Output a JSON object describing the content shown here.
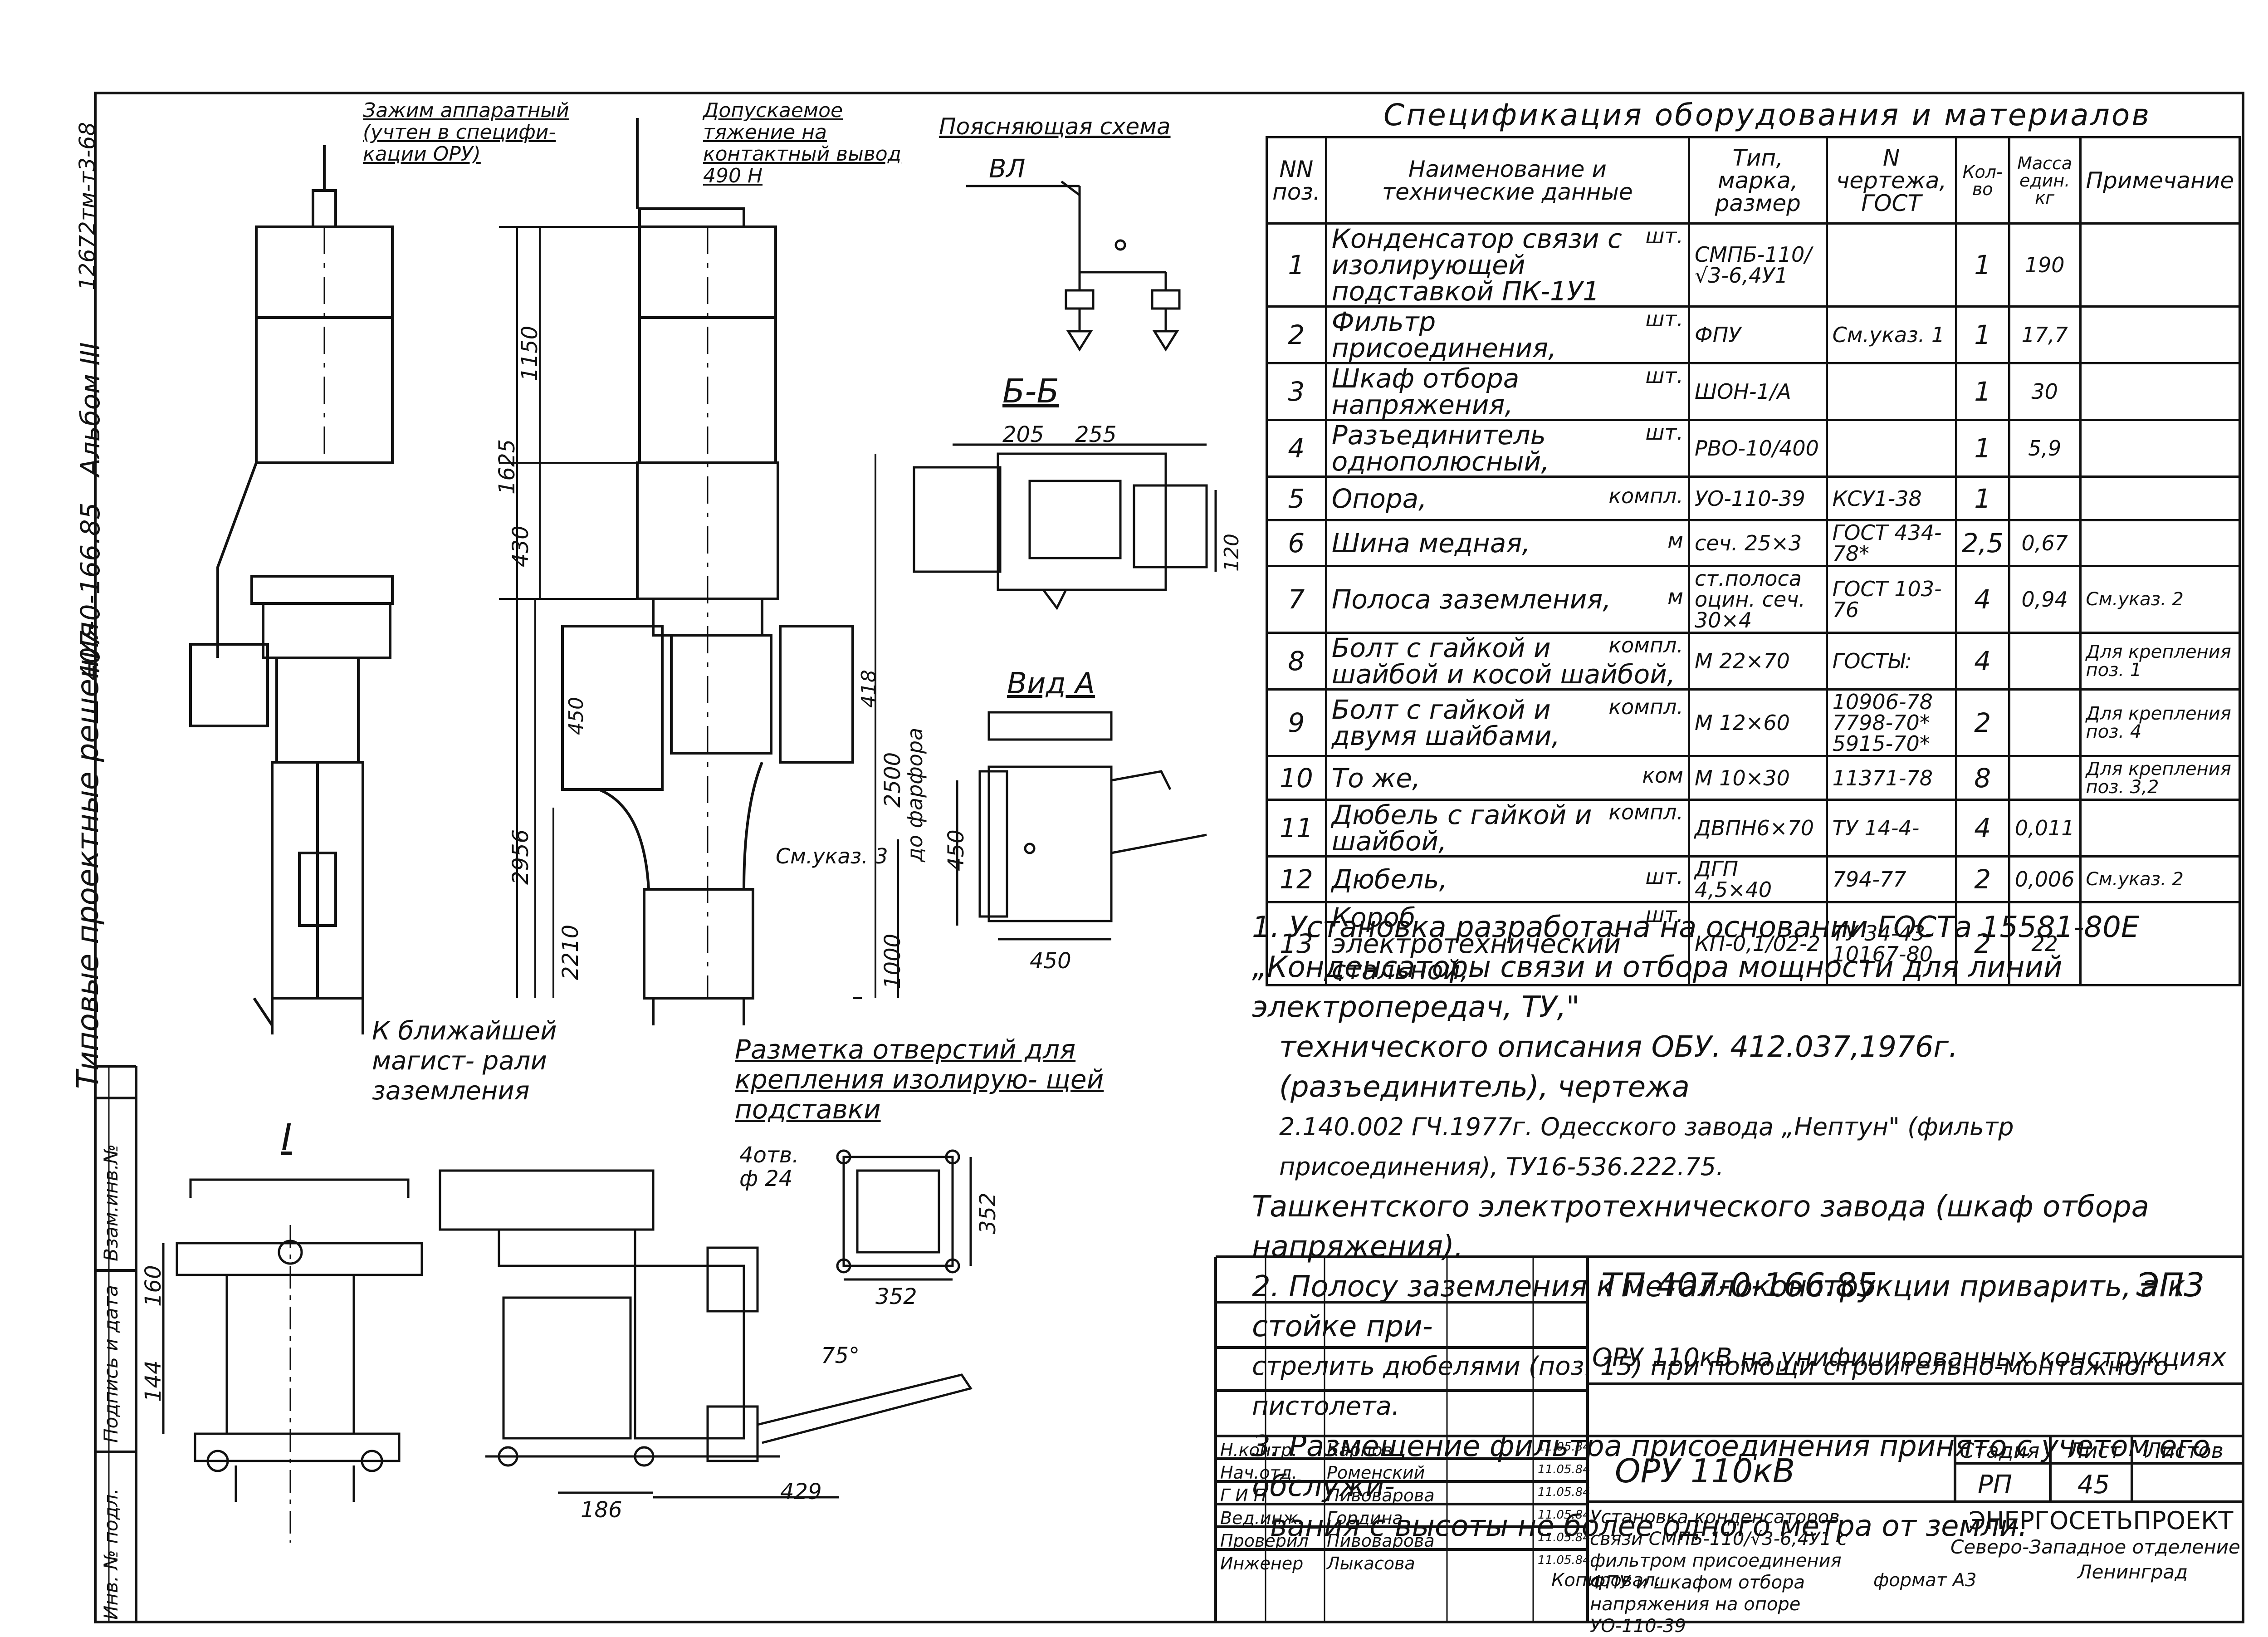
{
  "spec_title": "Спецификация оборудования и материалов",
  "spec_headers": {
    "num": "NN поз.",
    "name": "Наименование и технические данные",
    "type": "Тип, марка, размер",
    "gost": "N чертежа, ГОСТ",
    "qty": "Кол-во",
    "mass": "Масса един. кг",
    "note": "Примечание"
  },
  "spec_rows": [
    {
      "num": "1",
      "name": "Конденсатор связи с изолирующей подставкой ПК-1У1",
      "unit": "шт.",
      "type": "СМПБ-110/√3-6,4У1",
      "gost": "",
      "qty": "1",
      "mass": "190",
      "note": ""
    },
    {
      "num": "2",
      "name": "Фильтр присоединения,",
      "unit": "шт.",
      "type": "ФПУ",
      "gost": "См.указ. 1",
      "qty": "1",
      "mass": "17,7",
      "note": ""
    },
    {
      "num": "3",
      "name": "Шкаф отбора напряжения,",
      "unit": "шт.",
      "type": "ШОН-1/А",
      "gost": "",
      "qty": "1",
      "mass": "30",
      "note": ""
    },
    {
      "num": "4",
      "name": "Разъединитель однополюсный,",
      "unit": "шт.",
      "type": "РВО-10/400",
      "gost": "",
      "qty": "1",
      "mass": "5,9",
      "note": ""
    },
    {
      "num": "5",
      "name": "Опора,",
      "unit": "компл.",
      "type": "УО-110-39",
      "gost": "КСУ1-38",
      "qty": "1",
      "mass": "",
      "note": ""
    },
    {
      "num": "6",
      "name": "Шина медная,",
      "unit": "м",
      "type": "сеч. 25×3",
      "gost": "ГОСТ 434-78*",
      "qty": "2,5",
      "mass": "0,67",
      "note": ""
    },
    {
      "num": "7",
      "name": "Полоса заземления,",
      "unit": "м",
      "type": "ст.полоса оцин. сеч. 30×4",
      "gost": "ГОСТ 103-76",
      "qty": "4",
      "mass": "0,94",
      "note": "См.указ. 2"
    },
    {
      "num": "8",
      "name": "Болт с гайкой и шайбой и косой шайбой,",
      "unit": "компл.",
      "type": "М 22×70",
      "gost": "ГОСТЫ:",
      "qty": "4",
      "mass": "",
      "note": "Для крепления поз. 1"
    },
    {
      "num": "9",
      "name": "Болт с гайкой и двумя шайбами,",
      "unit": "компл.",
      "type": "М 12×60",
      "gost": "10906-78 7798-70* 5915-70*",
      "qty": "2",
      "mass": "",
      "note": "Для крепления поз. 4"
    },
    {
      "num": "10",
      "name": "То же,",
      "unit": "ком",
      "type": "М 10×30",
      "gost": "11371-78",
      "qty": "8",
      "mass": "",
      "note": "Для крепления поз. 3,2"
    },
    {
      "num": "11",
      "name": "Дюбель с гайкой и шайбой,",
      "unit": "компл.",
      "type": "ДВПН6×70",
      "gost": "ТУ 14-4-",
      "qty": "4",
      "mass": "0,011",
      "note": ""
    },
    {
      "num": "12",
      "name": "Дюбель,",
      "unit": "шт.",
      "type": "ДГП 4,5×40",
      "gost": "794-77",
      "qty": "2",
      "mass": "0,006",
      "note": "См.указ. 2"
    },
    {
      "num": "13",
      "name": "Короб электротехнический стальной,",
      "unit": "шт.",
      "type": "КП-0,1/02-2",
      "gost": "ТУ 34-43-10167-80",
      "qty": "2",
      "mass": "22",
      "note": ""
    }
  ],
  "notes": [
    "1. Установка разработана на основании ГОСТа 15581-80Е",
    "„Конденсаторы связи и отбора мощности для линий электропередач, ТУ,\"",
    "технического описания ОБУ. 412.037,1976г. (разъединитель), чертежа",
    "2.140.002 ГЧ.1977г. Одесского завода „Нептун\" (фильтр присоединения), ТУ16-536.222.75.",
    "Ташкентского электротехнического завода (шкаф отбора напряжения).",
    "2. Полосу заземления к металлоконструкции приварить, а к стойке при-",
    "стрелить дюбелями (поз. 15) при помощи строительно-монтажного пистолета.",
    "3. Размещение фильтра присоединения принято с учетом его обслужи-",
    "вания с высоты не более одного метра от земли."
  ],
  "title_block": {
    "doc_code": "ТП 407-0-166.85",
    "sheet_code": "ЭП3",
    "project": "ОРУ 110кВ на унифицированных конструкциях",
    "object": "ОРУ 110кВ",
    "sheet_title": "Установка конденсаторов связи СМПБ-110/√3-6,4У1 с фильтром присоединения ФПУ и шкафом отбора напряжения на опоре УО-110-39",
    "stage_label": "Стадия",
    "sheet_label": "Лист",
    "sheets_label": "Листов",
    "stage": "РП",
    "sheet": "45",
    "org_name": "ЭНЕРГОСЕТЬПРОЕКТ",
    "org_dept": "Северо-Западное отделение",
    "org_city": "Ленинград",
    "roles": [
      {
        "role": "Н.контр.",
        "name": "Карпов",
        "date": "11.05.84"
      },
      {
        "role": "Нач.отд.",
        "name": "Роменский",
        "date": "11.05.84"
      },
      {
        "role": "Г И П",
        "name": "Пивоварова",
        "date": "11.05.84"
      },
      {
        "role": "Вед.инж.",
        "name": "Гордина",
        "date": "11.05.84"
      },
      {
        "role": "Проверил",
        "name": "Пивоварова",
        "date": "11.05.84"
      },
      {
        "role": "Инженер",
        "name": "Лыкасова",
        "date": "11.05.84"
      }
    ],
    "copied": "Копировал:",
    "format": "формат А3"
  },
  "side_labels": {
    "series": "Типовые проектные решения",
    "doc_no": "407-0-166.85",
    "album": "Альбом III",
    "code": "12672тм-т3-68",
    "stamp_inv": "Инв. № подл.",
    "stamp_sign": "Подпись и дата",
    "stamp_repl": "Взам.инв.№"
  },
  "drawing": {
    "callout_clamp": "Зажим аппаратный (учтен в специфи- кации ОРУ)",
    "callout_lead": "Допускаемое тяжение на контактный вывод 490 Н",
    "scheme_title": "Поясняющая схема",
    "scheme_vl": "ВЛ",
    "section_bb": "Б-Б",
    "view_a": "Вид А",
    "ground_note": "К ближайшей магист- рали заземления",
    "holes_title": "Разметка отверстий для крепления изолирую- щей подставки",
    "holes_spec": "4отв. ф 24",
    "node_i": "I",
    "see_note3": "См.указ. 3",
    "to_porcelain": "до фарфора",
    "dims": {
      "d1150": "1150",
      "d1625": "1625",
      "d430": "430",
      "d2956": "2956",
      "d2210": "2210",
      "d2500": "2500",
      "d1000": "1000",
      "d450": "450",
      "d418": "418",
      "d205": "205",
      "d255": "255",
      "d120": "120",
      "d352": "352",
      "d160": "160",
      "d144": "144",
      "d186": "186",
      "d429": "429",
      "d75": "75°"
    }
  }
}
